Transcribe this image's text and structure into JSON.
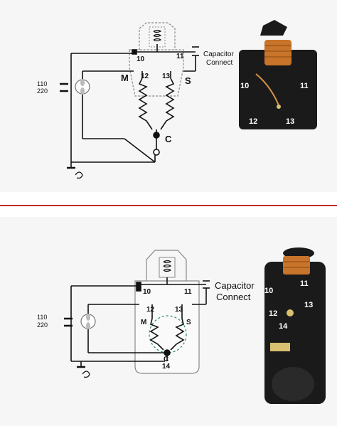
{
  "top": {
    "voltage": [
      "110",
      "220"
    ],
    "terminals": {
      "t10": "10",
      "t11": "11",
      "t12": "12",
      "t13": "13"
    },
    "winding_main": "M",
    "winding_start": "S",
    "common": "C",
    "capacitor": [
      "Capacitor",
      "Connect"
    ],
    "photo_terminals": {
      "t10": "10",
      "t11": "11",
      "t12": "12",
      "t13": "13"
    }
  },
  "bottom": {
    "voltage": [
      "110",
      "220"
    ],
    "terminals": {
      "t10": "10",
      "t11": "11",
      "t12": "12",
      "t13": "13",
      "t14": "14"
    },
    "winding_main": "M",
    "winding_start": "S",
    "common": "C",
    "capacitor": [
      "Capacitor",
      "Connect"
    ],
    "photo_terminals": {
      "t10": "10",
      "t11": "11",
      "t12": "12",
      "t13": "13",
      "t14": "14"
    }
  },
  "colors": {
    "divider": "#c0272d",
    "coil": "#c8742a",
    "relay_body": "#1a1a1a"
  }
}
